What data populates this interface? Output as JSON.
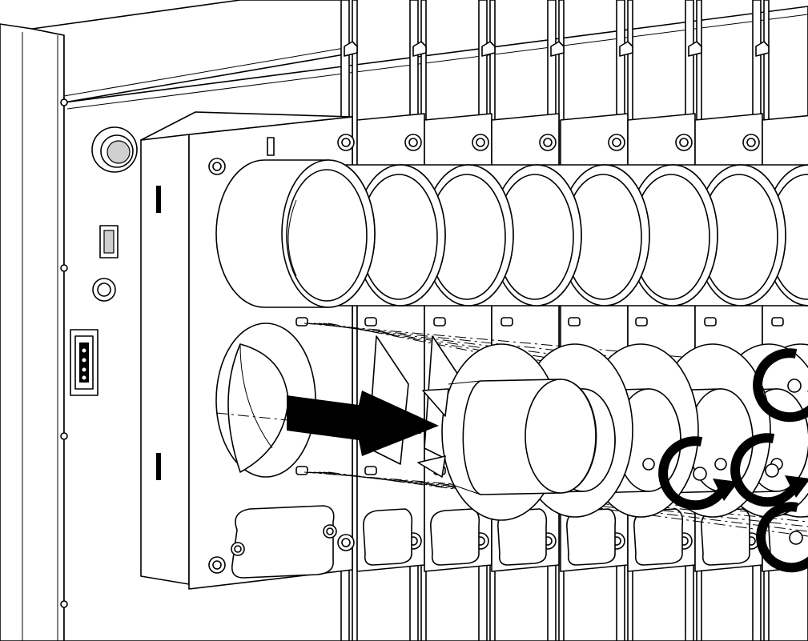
{
  "figure": {
    "type": "exploded-assembly-illustration",
    "background_color": "#ffffff",
    "line_color": "#000000",
    "shading_color": "#cfcfcf",
    "components": [
      "boiler-housing",
      "tube-plate",
      "upper-tube-row",
      "lower-tube-row",
      "turbulator-caps",
      "insertion-arrow",
      "rotation-arrows"
    ]
  }
}
